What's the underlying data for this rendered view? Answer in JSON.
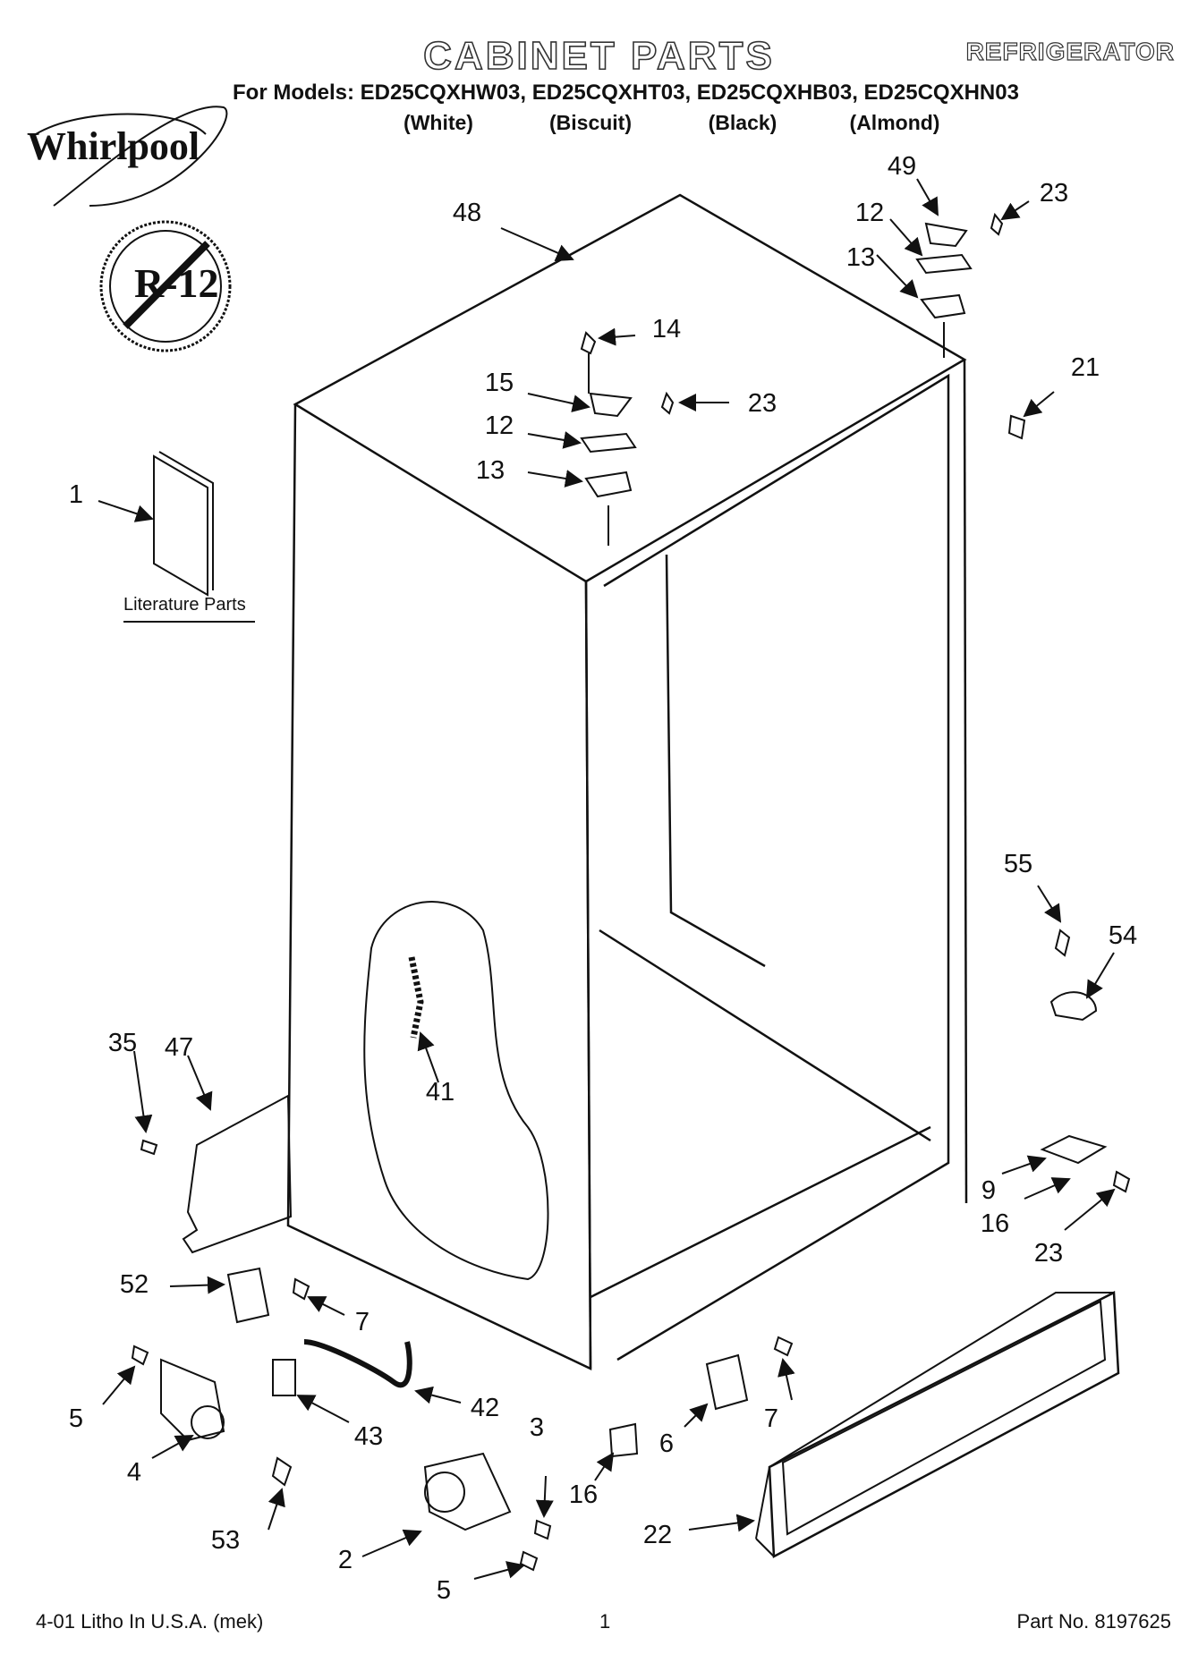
{
  "header": {
    "title": "CABINET PARTS",
    "subtitle": "REFRIGERATOR",
    "models_line": "For Models: ED25CQXHW03, ED25CQXHT03, ED25CQXHB03, ED25CQXHN03",
    "colors": [
      "(White)",
      "(Biscuit)",
      "(Black)",
      "(Almond)"
    ],
    "brand": "Whirlpool",
    "badge_text": "R-12"
  },
  "literature_label": "Literature Parts",
  "callouts": {
    "c1": "1",
    "c48": "48",
    "c49": "49",
    "c23a": "23",
    "c12a": "12",
    "c13a": "13",
    "c14": "14",
    "c15": "15",
    "c23b": "23",
    "c12b": "12",
    "c13b": "13",
    "c21": "21",
    "c55": "55",
    "c54": "54",
    "c35": "35",
    "c47": "47",
    "c41": "41",
    "c9": "9",
    "c16a": "16",
    "c23c": "23",
    "c52": "52",
    "c7a": "7",
    "c5a": "5",
    "c4": "4",
    "c43": "43",
    "c42": "42",
    "c53": "53",
    "c3": "3",
    "c6": "6",
    "c7b": "7",
    "c16b": "16",
    "c2": "2",
    "c5b": "5",
    "c22": "22"
  },
  "footer": {
    "left": "4-01 Litho In U.S.A. (mek)",
    "page": "1",
    "part_no": "Part No. 8197625"
  }
}
